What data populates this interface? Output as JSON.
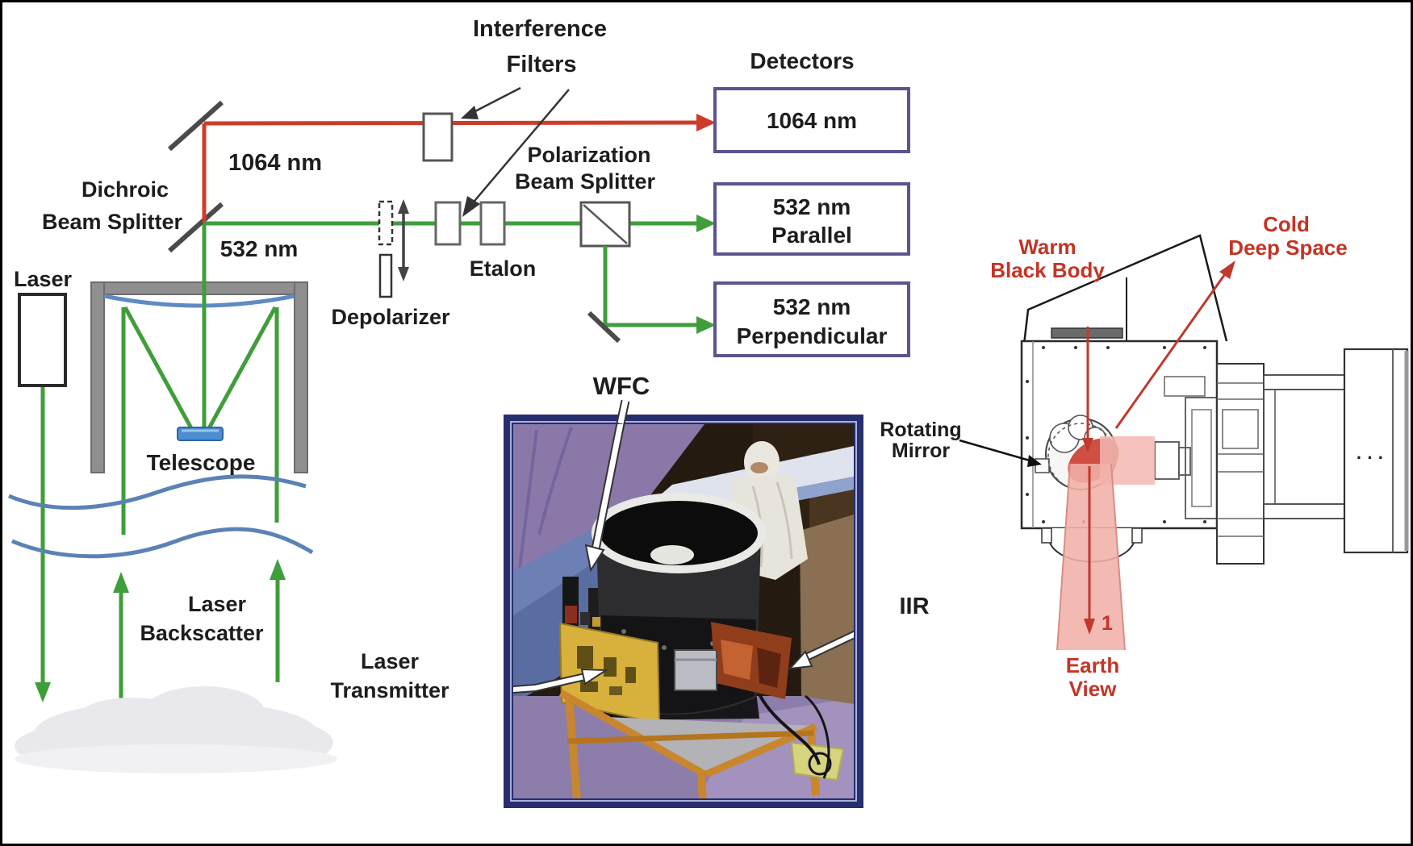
{
  "title_note": "CALIPSO lidar optics schematic with WFC/IIR hardware photo and IIR scan geometry drawing",
  "colors": {
    "beam_red": "#cd3c2a",
    "beam_green": "#3f9e3a",
    "detector_box_border": "#5b548f",
    "red_label": "#c43425",
    "pink_beam": "#f1b0aa",
    "photo_frame": "#272e6e",
    "mirror_gray": "#4a4a4a",
    "telescope_gray": "#8f8f8f",
    "wave_blue": "#5b82b5"
  },
  "labels": {
    "optics": {
      "interference_line1": "Interference",
      "interference_line2": "Filters",
      "detectors": "Detectors",
      "beam_1064": "1064 nm",
      "beam_532": "532 nm",
      "dichroic_line1": "Dichroic",
      "dichroic_line2": "Beam Splitter",
      "polarization_line1": "Polarization",
      "polarization_line2": "Beam Splitter",
      "etalon": "Etalon",
      "depolarizer": "Depolarizer",
      "laser": "Laser",
      "telescope": "Telescope",
      "backscatter_line1": "Laser",
      "backscatter_line2": "Backscatter",
      "det1": "1064 nm",
      "det2_line1": "532 nm",
      "det2_line2": "Parallel",
      "det3_line1": "532 nm",
      "det3_line2": "Perpendicular"
    },
    "photo": {
      "wfc": "WFC",
      "laser_transmitter_line1": "Laser",
      "laser_transmitter_line2": "Transmitter",
      "iir": "IIR"
    },
    "iir_diagram": {
      "warm_line1": "Warm",
      "warm_line2": "Black Body",
      "cold_line1": "Cold",
      "cold_line2": "Deep Space",
      "rotating_line1": "Rotating",
      "rotating_line2": "Mirror",
      "earth_line1": "Earth",
      "earth_line2": "View",
      "beam_number": "1",
      "panel_dots": "· · ·"
    }
  }
}
